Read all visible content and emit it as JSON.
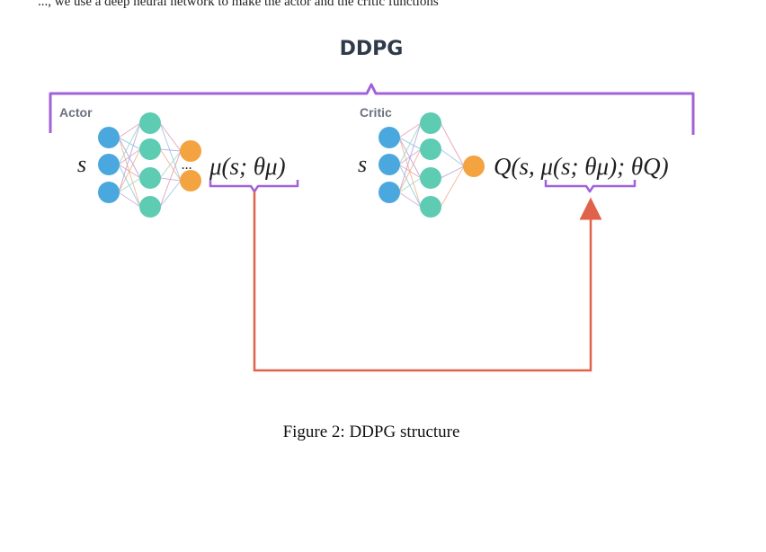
{
  "top_text": "..., we use a deep neural network to make the actor and the critic functions",
  "figure": {
    "title": "DDPG",
    "actor": {
      "label": "Actor",
      "input_symbol": "s",
      "ellipsis": "...",
      "output_expr": "μ(s; θμ)"
    },
    "critic": {
      "label": "Critic",
      "input_symbol": "s",
      "output_expr": "Q(s, μ(s; θμ);  θQ)"
    },
    "caption": "Figure 2: DDPG structure"
  },
  "colors": {
    "bracket": "#a162d9",
    "arrow": "#e0624a",
    "input_node": "#4aa8de",
    "hidden_node": "#5ecbb3",
    "output_node": "#f3a33f"
  }
}
